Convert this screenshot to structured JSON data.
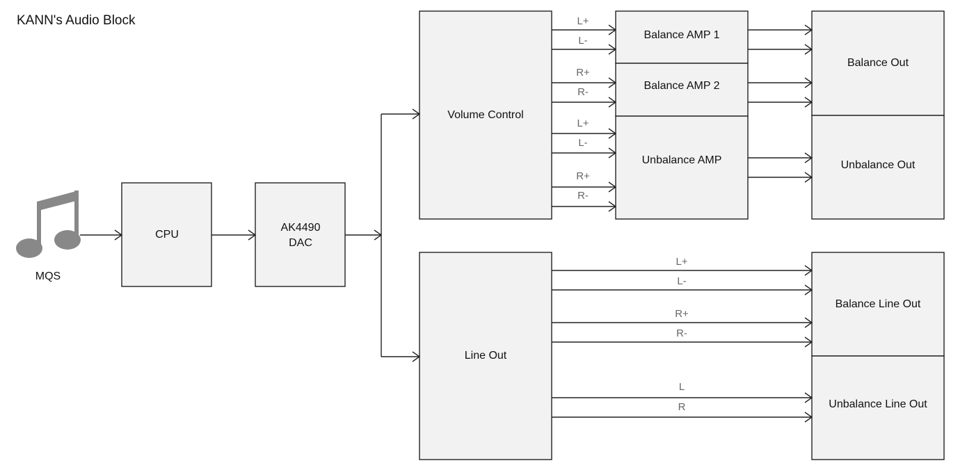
{
  "title": "KANN's Audio Block",
  "colors": {
    "box_fill": "#f2f2f2",
    "line": "#222222",
    "signal_text": "#666666",
    "note_icon": "#888888"
  },
  "source": {
    "icon": "music-note-icon",
    "label": "MQS"
  },
  "blocks": {
    "cpu": "CPU",
    "dac_line1": "AK4490",
    "dac_line2": "DAC",
    "volume_control": "Volume Control",
    "line_out": "Line Out",
    "balance_amp_1": "Balance AMP 1",
    "balance_amp_2": "Balance AMP 2",
    "unbalance_amp": "Unbalance AMP",
    "balance_out": "Balance Out",
    "unbalance_out": "Unbalance Out",
    "balance_line_out": "Balance Line Out",
    "unbalance_line_out": "Unbalance Line Out"
  },
  "signals": {
    "vc_to_bal1": [
      "L+",
      "L-"
    ],
    "vc_to_bal2": [
      "R+",
      "R-"
    ],
    "vc_to_unbal_l": [
      "L+",
      "L-"
    ],
    "vc_to_unbal_r": [
      "R+",
      "R-"
    ],
    "lineout_to_balance": [
      "L+",
      "L-",
      "R+",
      "R-"
    ],
    "lineout_to_unbalance": [
      "L",
      "R"
    ]
  }
}
